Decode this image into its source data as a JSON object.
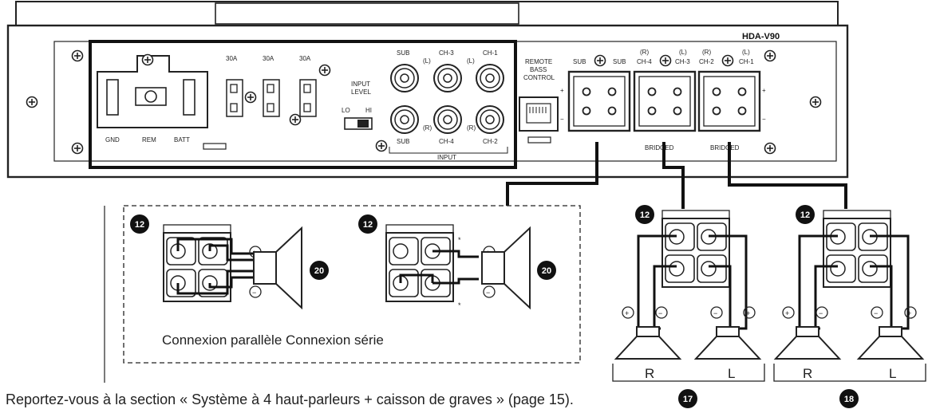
{
  "amplifier": {
    "model": "HDA-V90",
    "power_terminals": [
      "GND",
      "REM",
      "BATT"
    ],
    "fuses": [
      "30A",
      "30A",
      "30A"
    ],
    "input_level": {
      "title_line1": "INPUT",
      "title_line2": "LEVEL",
      "lo": "LO",
      "hi": "HI"
    },
    "rca": {
      "top_labels": [
        "SUB",
        "CH-3",
        "CH-1"
      ],
      "top_sub_labels": [
        "(L)",
        "(L)"
      ],
      "bottom_labels": [
        "SUB",
        "CH-4",
        "CH-2"
      ],
      "bottom_sub_labels": [
        "(R)",
        "(R)"
      ],
      "input_label": "INPUT"
    },
    "remote": {
      "line1": "REMOTE",
      "line2": "BASS",
      "line3": "CONTROL"
    },
    "speaker_outputs": {
      "sub": {
        "left": "SUB",
        "right": "SUB"
      },
      "ch34": {
        "left_ch": "(R)",
        "left_name": "CH-4",
        "right_ch": "(L)",
        "right_name": "CH-3"
      },
      "ch12": {
        "left_ch": "(R)",
        "left_name": "CH-2",
        "right_ch": "(L)",
        "right_name": "CH-1"
      },
      "bridged": "BRIDGED"
    }
  },
  "callouts": {
    "connector": "12",
    "subwoofer": "20",
    "front": "17",
    "rear": "18"
  },
  "signs": {
    "plus": "+",
    "minus": "−",
    "asterisk": "*"
  },
  "speaker_labels": {
    "right": "R",
    "left": "L"
  },
  "caption": "Connexion parallèle Connexion série",
  "footnote": "Reportez-vous à la section « Système à 4 haut-parleurs + caisson de graves » (page 15)."
}
